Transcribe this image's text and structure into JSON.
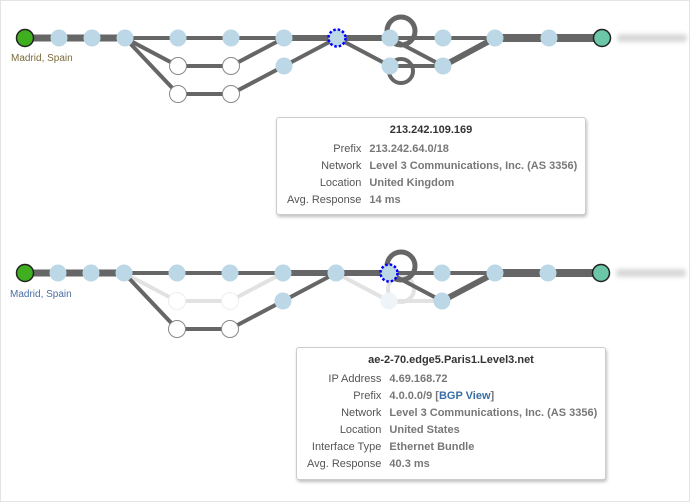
{
  "trace1": {
    "origin": "Madrid, Spain",
    "tooltip": {
      "title": "213.242.109.169",
      "rows": [
        {
          "key": "Prefix",
          "value": "213.242.64.0/18"
        },
        {
          "key": "Network",
          "value": "Level 3 Communications, Inc. (AS 3356)"
        },
        {
          "key": "Location",
          "value": "United Kingdom"
        },
        {
          "key": "Avg. Response",
          "value": "14 ms"
        }
      ]
    }
  },
  "trace2": {
    "origin": "Madrid, Spain",
    "tooltip": {
      "title": "ae-2-70.edge5.Paris1.Level3.net",
      "ip_label": "IP Address",
      "ip": "4.69.168.72",
      "prefix_label": "Prefix",
      "prefix": "4.0.0.0/9",
      "bgp_link": "BGP View",
      "rows": [
        {
          "key": "Network",
          "value": "Level 3 Communications, Inc. (AS 3356)"
        },
        {
          "key": "Location",
          "value": "United States"
        },
        {
          "key": "Interface Type",
          "value": "Ethernet Bundle"
        },
        {
          "key": "Avg. Response",
          "value": "40.3 ms"
        }
      ]
    }
  },
  "colors": {
    "origin": "#3fae1f",
    "dest": "#6cc6a8",
    "hop": "#bcd7e6",
    "edge": "#666666",
    "faded": "#e2e2e2",
    "selected": "#0000ff"
  }
}
